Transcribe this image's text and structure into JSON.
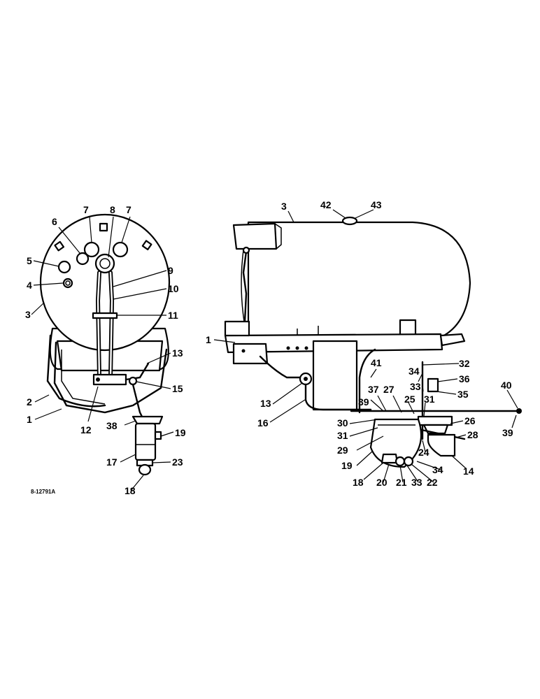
{
  "figure": {
    "drawing_number": "8-12791A"
  },
  "end_view": {
    "callouts": [
      "7",
      "8",
      "7",
      "6",
      "5",
      "4",
      "3",
      "9",
      "10",
      "11",
      "13",
      "15",
      "2",
      "1",
      "12",
      "38",
      "19",
      "17",
      "23",
      "18"
    ]
  },
  "side_view": {
    "callouts": [
      "3",
      "42",
      "43",
      "1",
      "32",
      "34",
      "33",
      "36",
      "35",
      "40",
      "13",
      "16",
      "37",
      "27",
      "25",
      "31",
      "39",
      "30",
      "31",
      "26",
      "28",
      "29",
      "24",
      "19",
      "14",
      "34",
      "18",
      "20",
      "21",
      "33",
      "22",
      "41",
      "39"
    ]
  }
}
